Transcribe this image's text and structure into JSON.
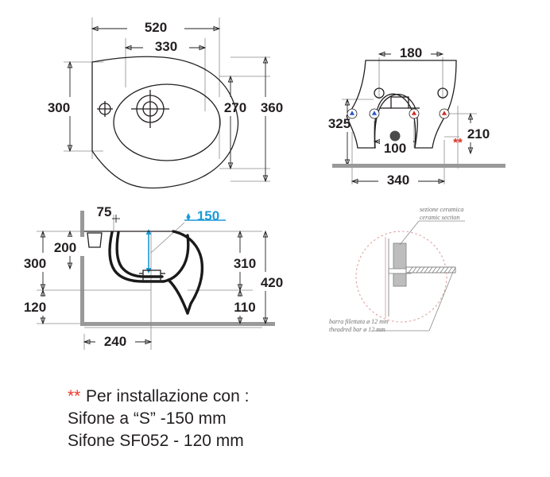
{
  "document": {
    "type": "technical-drawing",
    "subject": "wall-hung bidet dimensional drawing",
    "background_color": "#ffffff",
    "accent_blue": "#1b9ad6",
    "accent_red": "#e8392a",
    "line_color": "#231f20",
    "grey_color": "#999999"
  },
  "views": {
    "top": {
      "name": "top-plan-view",
      "dimensions": {
        "overall_width": "520",
        "inner_width": "330",
        "left_height": "300",
        "bowl_depth": "270",
        "overall_depth": "360"
      }
    },
    "front": {
      "name": "front-elevation-view",
      "dimensions": {
        "hole_spacing": "180",
        "height_from_floor": "325",
        "drain_spacing": "100",
        "projection_depth": "210",
        "wall_to_front": "340"
      },
      "star_marker": "**",
      "markers": [
        {
          "color": "#2a55c9",
          "label": "cold-water-marker"
        },
        {
          "color": "#2a55c9",
          "label": "cold-water-marker"
        },
        {
          "color": "#d32d26",
          "label": "hot-water-marker"
        },
        {
          "color": "#d32d26",
          "label": "hot-water-marker"
        }
      ]
    },
    "side": {
      "name": "side-section-view",
      "dimensions": {
        "rim_offset": "75",
        "trap_height": "150",
        "upper_height": "200",
        "total_upper": "300",
        "lower_height": "120",
        "bowl_height": "310",
        "overall_height": "420",
        "foot_height": "110",
        "wall_projection": "240"
      }
    },
    "detail": {
      "name": "mounting-detail-view",
      "labels": {
        "ceramic_it": "sezione ceramica",
        "ceramic_en": "ceramic section",
        "bar_it": "barra filettata ø 12 mm",
        "bar_en": "theadred bar ø 12 mm"
      }
    }
  },
  "note": {
    "name": "installation-note",
    "star": "**",
    "line1": "Per installazione con :",
    "line2": "Sifone a “S” -150 mm",
    "line3": "Sifone SF052 - 120 mm"
  }
}
